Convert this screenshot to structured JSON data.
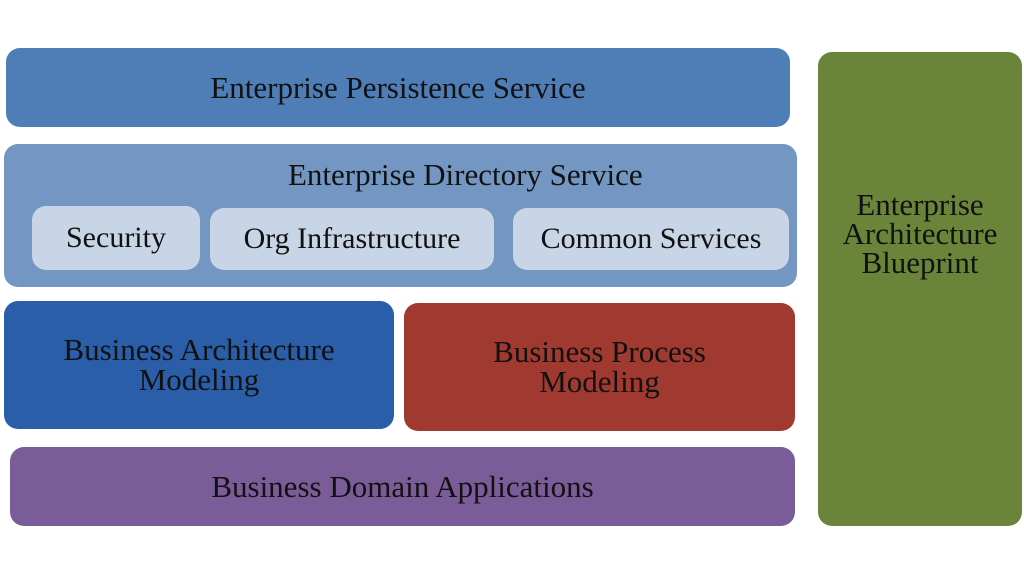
{
  "persistence": "Enterprise Persistence Service",
  "directory": {
    "title": "Enterprise Directory Service",
    "items": [
      "Security",
      "Org Infrastructure",
      "Common Services"
    ]
  },
  "bam": "Business Architecture\nModeling",
  "bpm": "Business Process\nModeling",
  "bda": "Business Domain Applications",
  "eab": "Enterprise\nArchitecture\nBlueprint",
  "colors": {
    "persistence": "#4f7db5",
    "directory": "#7397c2",
    "sub": "#c8d5e6",
    "bam": "#2a5ea8",
    "bpm": "#a0392f",
    "bda": "#7a5c98",
    "eab": "#6a843a"
  }
}
